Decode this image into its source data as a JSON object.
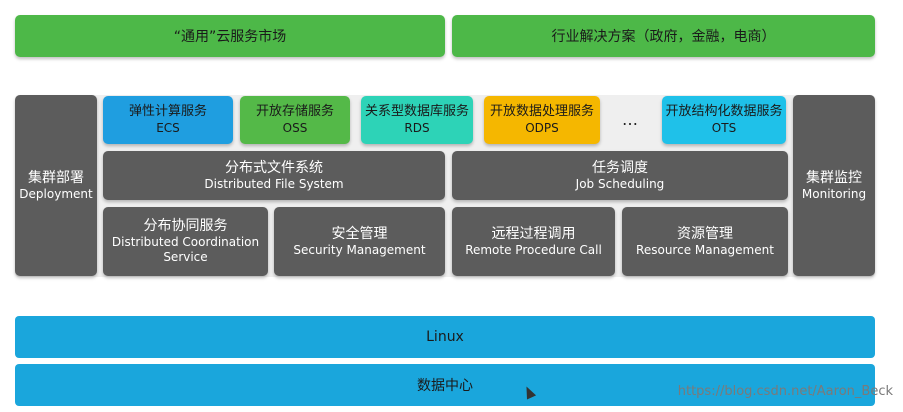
{
  "top": {
    "general_market": "“通用”云服务市场",
    "industry_solutions": "行业解决方案（政府，金融，电商）"
  },
  "side": {
    "deployment_zh": "集群部署",
    "deployment_en": "Deployment",
    "monitoring_zh": "集群监控",
    "monitoring_en": "Monitoring"
  },
  "services": [
    {
      "zh": "弹性计算服务",
      "en": "ECS",
      "color": "#1f9ee0"
    },
    {
      "zh": "开放存储服务",
      "en": "OSS",
      "color": "#54b948"
    },
    {
      "zh": "关系型数据库服务",
      "en": "RDS",
      "color": "#2dd3b7"
    },
    {
      "zh": "开放数据处理服务",
      "en": "ODPS",
      "color": "#f5b700"
    },
    {
      "zh": "开放结构化数据服务",
      "en": "OTS",
      "color": "#1fc1e9"
    }
  ],
  "ellipsis": "…",
  "core": {
    "dfs_zh": "分布式文件系统",
    "dfs_en": "Distributed File System",
    "job_zh": "任务调度",
    "job_en": "Job Scheduling",
    "coord_zh": "分布协同服务",
    "coord_en_1": "Distributed Coordination",
    "coord_en_2": "Service",
    "sec_zh": "安全管理",
    "sec_en": "Security Management",
    "rpc_zh": "远程过程调用",
    "rpc_en": "Remote Procedure Call",
    "res_zh": "资源管理",
    "res_en": "Resource Management"
  },
  "bottom": {
    "linux": "Linux",
    "datacenter": "数据中心"
  },
  "watermark": "https://blog.csdn.net/Aaron_Beck",
  "colors": {
    "green": "#4db848",
    "gray": "#5c5c5c",
    "blue": "#1aa6dc"
  }
}
